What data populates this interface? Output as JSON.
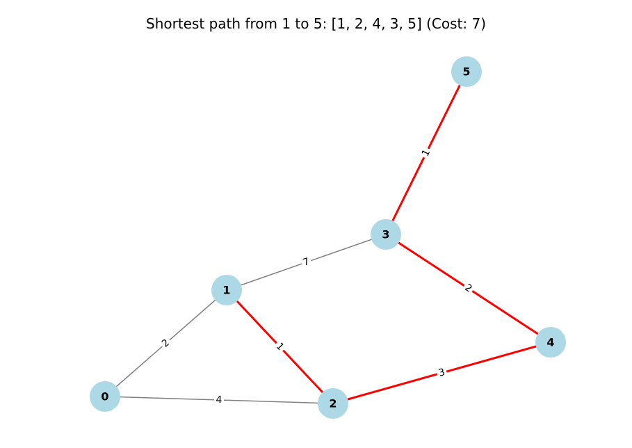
{
  "title": "Shortest path from 1 to 5: [1, 2, 4, 3, 5] (Cost: 7)",
  "colors": {
    "node_fill": "#add8e6",
    "edge_default": "#808080",
    "edge_path": "#ff0000",
    "background": "#ffffff"
  },
  "graph": {
    "nodes": [
      {
        "id": "0",
        "label": "0"
      },
      {
        "id": "1",
        "label": "1"
      },
      {
        "id": "2",
        "label": "2"
      },
      {
        "id": "3",
        "label": "3"
      },
      {
        "id": "4",
        "label": "4"
      },
      {
        "id": "5",
        "label": "5"
      }
    ],
    "edges": [
      {
        "from": "0",
        "to": "1",
        "weight": "2",
        "on_path": false
      },
      {
        "from": "0",
        "to": "2",
        "weight": "4",
        "on_path": false
      },
      {
        "from": "1",
        "to": "3",
        "weight": "7",
        "on_path": false
      },
      {
        "from": "1",
        "to": "2",
        "weight": "1",
        "on_path": true
      },
      {
        "from": "2",
        "to": "4",
        "weight": "3",
        "on_path": true
      },
      {
        "from": "3",
        "to": "4",
        "weight": "2",
        "on_path": true
      },
      {
        "from": "3",
        "to": "5",
        "weight": "1",
        "on_path": true
      }
    ],
    "path": [
      "1",
      "2",
      "4",
      "3",
      "5"
    ],
    "cost": 7
  }
}
